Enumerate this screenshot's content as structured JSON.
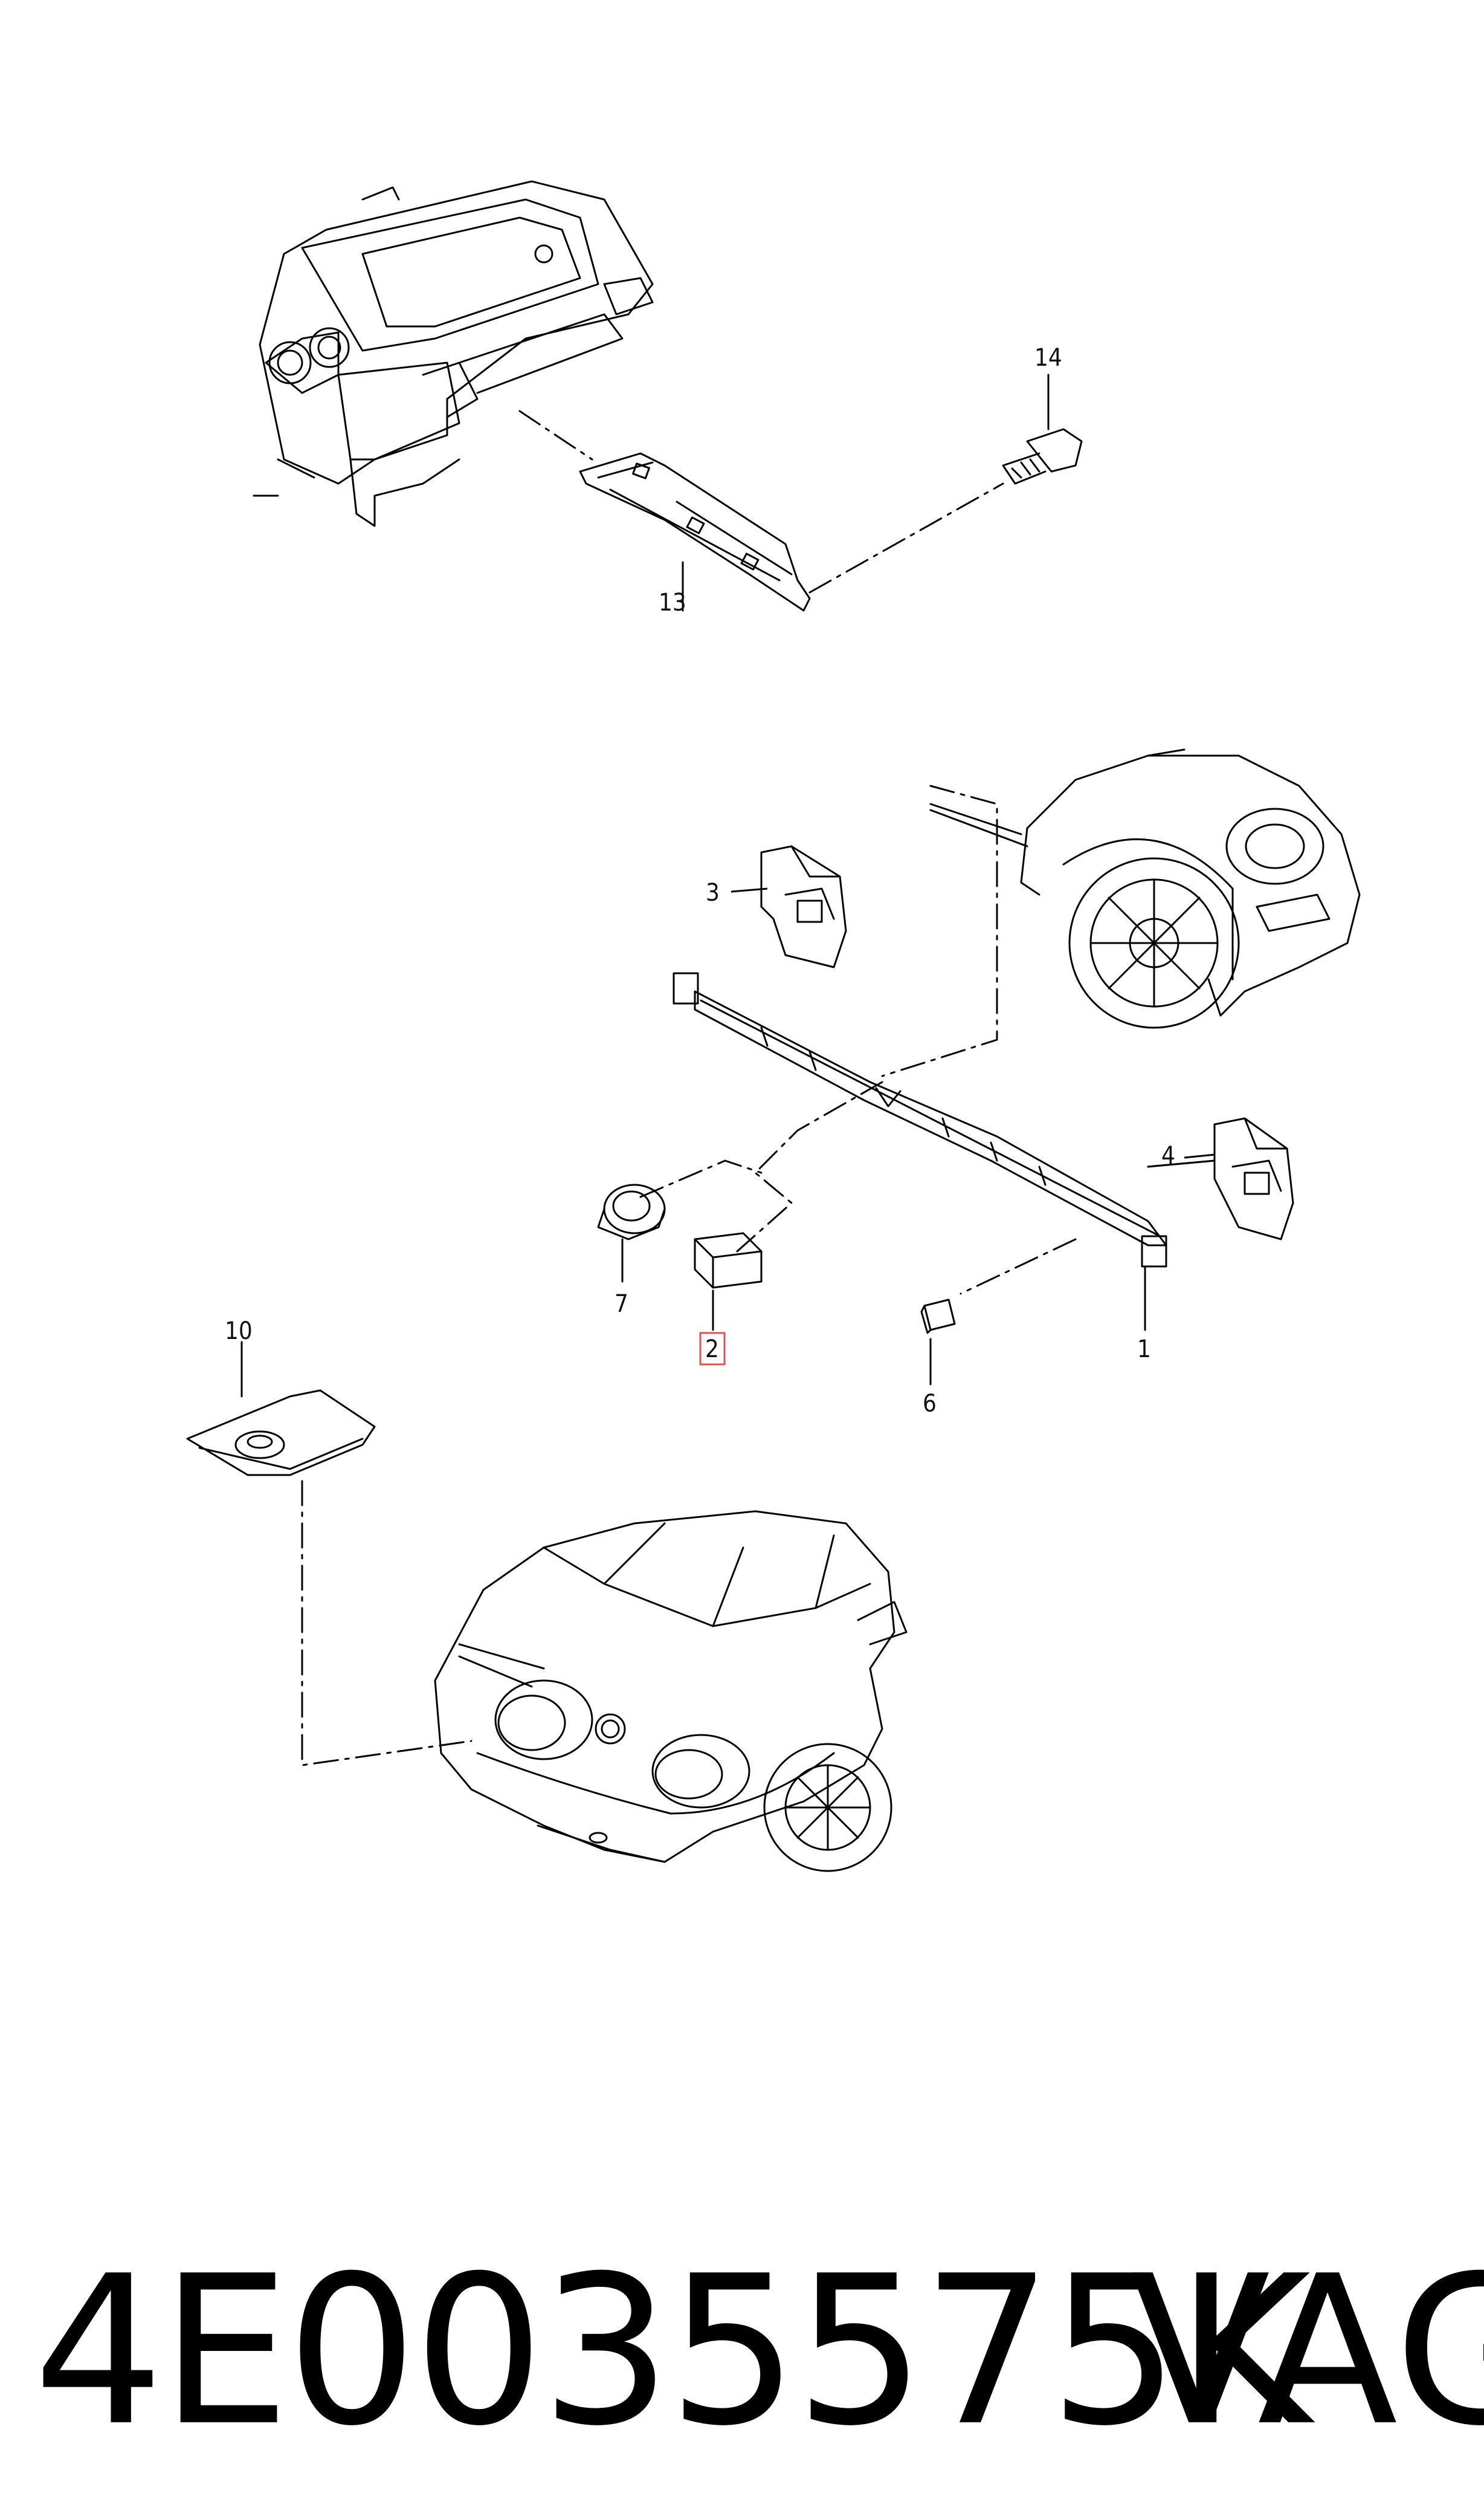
{
  "callouts": [
    {
      "id": "1",
      "label": "1"
    },
    {
      "id": "2",
      "label": "2"
    },
    {
      "id": "3",
      "label": "3"
    },
    {
      "id": "4",
      "label": "4"
    },
    {
      "id": "6",
      "label": "6"
    },
    {
      "id": "7",
      "label": "7"
    },
    {
      "id": "10",
      "label": "10"
    },
    {
      "id": "13",
      "label": "13"
    },
    {
      "id": "14",
      "label": "14"
    }
  ],
  "highlighted_callout": "2",
  "colors": {
    "line": "#000000",
    "highlight": "#e05050",
    "background": "#ffffff"
  },
  "footer": {
    "part_number": "4E0035575K",
    "brand": "VAG"
  }
}
